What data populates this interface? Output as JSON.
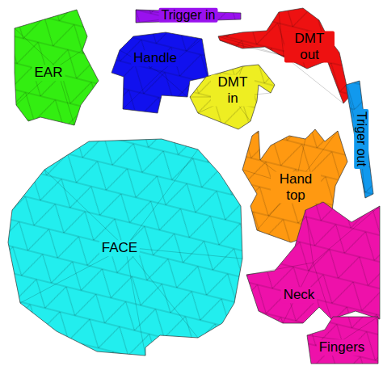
{
  "diagram": {
    "nodes": [
      {
        "text": [
          "EAR"
        ]
      },
      {
        "text": [
          "Trigger in"
        ]
      },
      {
        "text": [
          "Handle"
        ]
      },
      {
        "text": [
          "DMT out"
        ]
      },
      {
        "text": [
          "DMT in"
        ]
      },
      {
        "text": [
          "Triger out"
        ]
      },
      {
        "text": [
          "Hand top"
        ]
      },
      {
        "text": [
          "FACE"
        ]
      },
      {
        "text": [
          "Neck"
        ]
      },
      {
        "text": [
          "Fingers"
        ]
      }
    ]
  }
}
